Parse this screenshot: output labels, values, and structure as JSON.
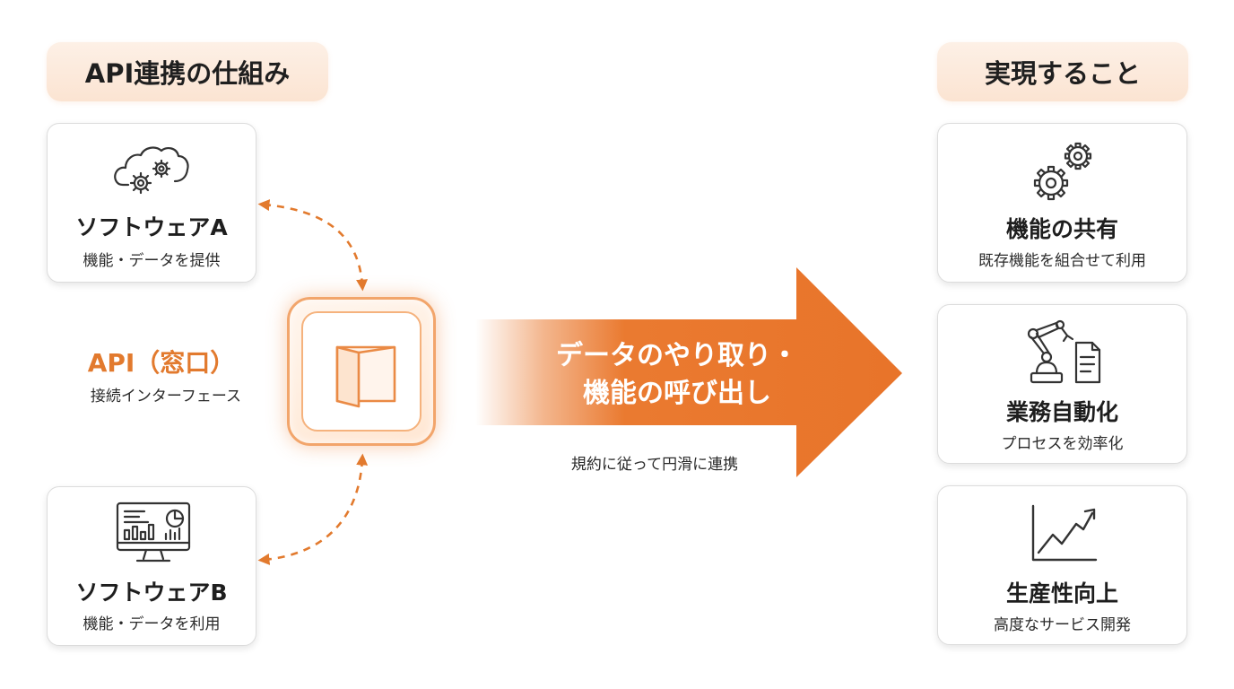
{
  "left_header": "API連携の仕組み",
  "right_header": "実現すること",
  "software_a": {
    "title": "ソフトウェアA",
    "subtitle": "機能・データを提供",
    "icon": "cloud-gears-icon"
  },
  "software_b": {
    "title": "ソフトウェアB",
    "subtitle": "機能・データを利用",
    "icon": "monitor-dashboard-icon"
  },
  "api": {
    "label": "API（窓口）",
    "subtitle": "接続インターフェース",
    "icon": "door-window-icon"
  },
  "flow": {
    "line1": "データのやり取り・",
    "line2": "機能の呼び出し",
    "note": "規約に従って円滑に連携"
  },
  "benefits": [
    {
      "title": "機能の共有",
      "subtitle": "既存機能を組合せて利用",
      "icon": "gears-icon"
    },
    {
      "title": "業務自動化",
      "subtitle": "プロセスを効率化",
      "icon": "robot-arm-document-icon"
    },
    {
      "title": "生産性向上",
      "subtitle": "高度なサービス開発",
      "icon": "growth-chart-icon"
    }
  ],
  "colors": {
    "accent": "#e27a2e",
    "arrow": "#ea7a30",
    "pill": "#fbe4d2"
  }
}
